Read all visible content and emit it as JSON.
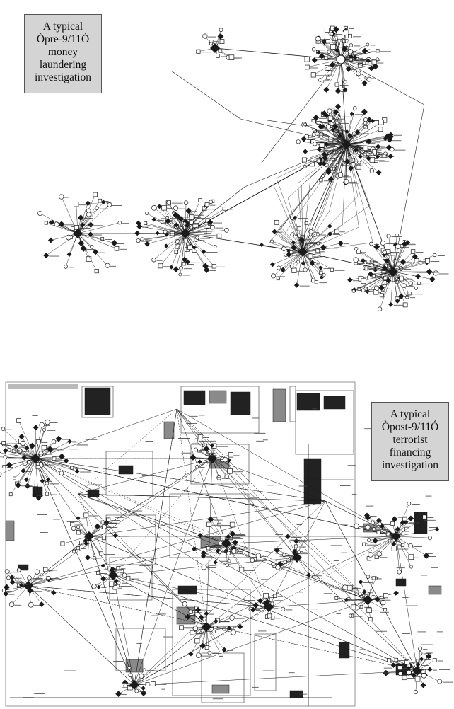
{
  "top_figure": {
    "caption_lines": [
      "A typical",
      "Òpre-9/11Ó",
      "money",
      "laundering",
      "investigation"
    ]
  },
  "bottom_figure": {
    "caption_lines": [
      "A typical",
      "Òpost-9/11Ó",
      "terrorist",
      "financing",
      "investigation"
    ]
  },
  "colors": {
    "ink": "#1a1a1a",
    "caption_bg": "#d4d4d4",
    "frame": "#555555"
  }
}
